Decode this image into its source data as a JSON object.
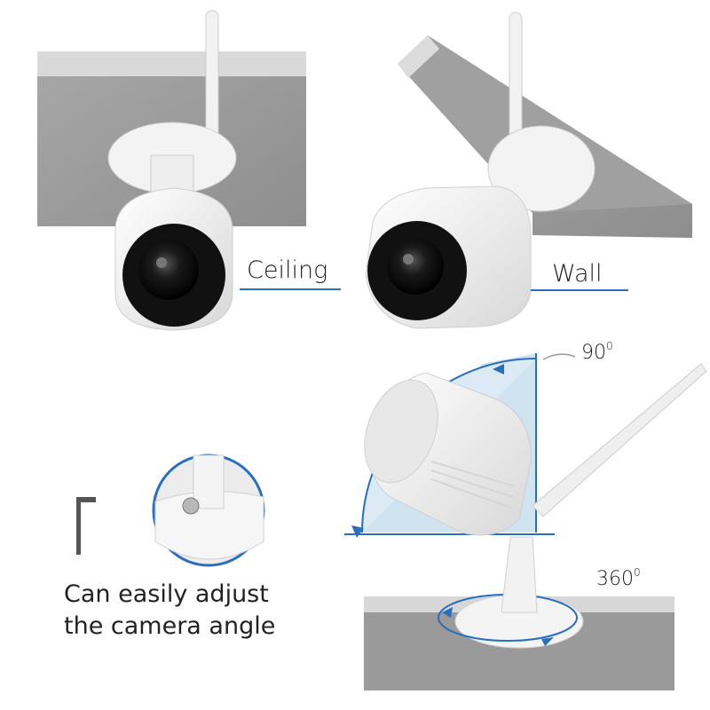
{
  "labels": {
    "ceiling": "Ceiling",
    "wall": "Wall",
    "angle_vertical": "90",
    "angle_vertical_sup": "0",
    "angle_rotation": "360",
    "angle_rotation_sup": "0"
  },
  "caption": {
    "line1": "Can easily adjust",
    "line2": "the camera angle"
  },
  "colors": {
    "accent_blue": "#2a6fbf",
    "arc_fill": "#cfe3f0",
    "surface_gray": "#9a9a9a"
  }
}
